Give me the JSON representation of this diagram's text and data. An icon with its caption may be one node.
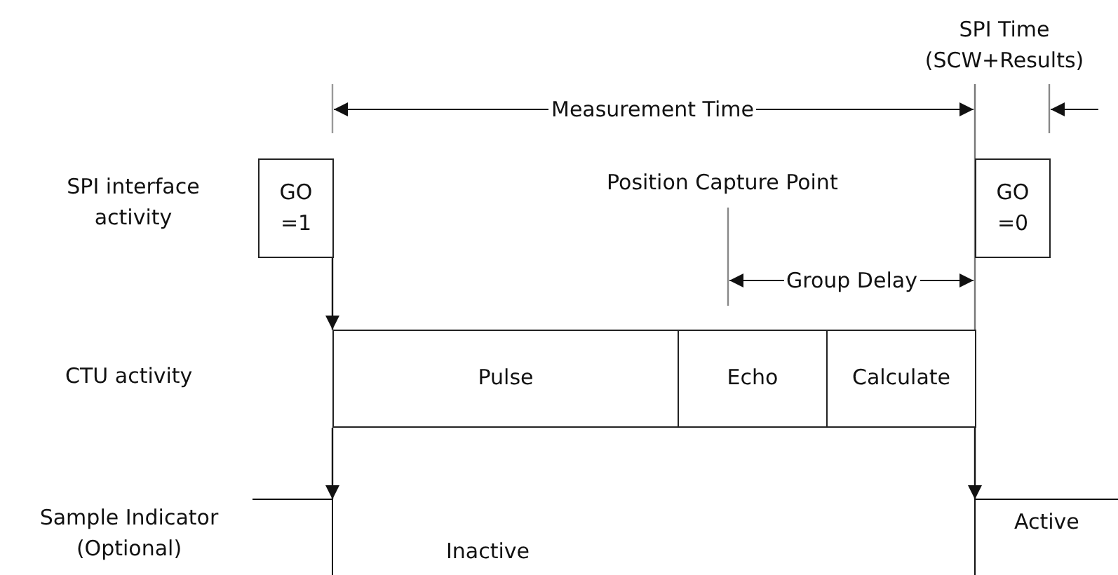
{
  "diagram": {
    "nodes": [
      {
        "text": [
          "GO =1"
        ]
      },
      {
        "text": [
          "GO =0"
        ]
      },
      {
        "text": [
          "Pulse"
        ]
      },
      {
        "text": [
          "Echo"
        ]
      },
      {
        "text": [
          "Calculate"
        ]
      }
    ],
    "edges": [
      {
        "from": 0,
        "to": 2,
        "arrow": "to"
      },
      {
        "from": 2,
        "to": null,
        "arrow": "to"
      },
      {
        "from": 4,
        "to": null,
        "arrow": "to"
      }
    ],
    "labels": [
      "SPI Time (SCW+Results)",
      "Measurement Time",
      "SPI interface activity",
      "Position Capture Point",
      "Group Delay",
      "CTU activity",
      "Sample Indicator (Optional)",
      "Inactive",
      "Active"
    ]
  }
}
